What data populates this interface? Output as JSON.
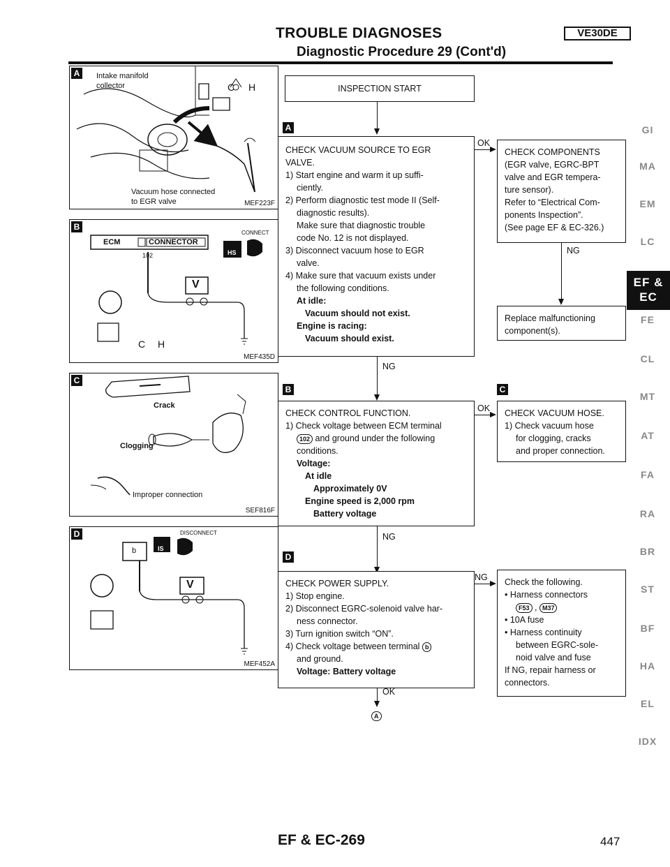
{
  "header": {
    "title": "TROUBLE DIAGNOSES",
    "engine_badge": "VE30DE",
    "subtitle": "Diagnostic Procedure 29 (Cont'd)"
  },
  "figures": [
    {
      "letter": "A",
      "code": "MEF223F",
      "labels": [
        "Intake manifold",
        "collector",
        "Vacuum hose connected",
        "to EGR valve",
        "C",
        "H"
      ]
    },
    {
      "letter": "B",
      "code": "MEF435D",
      "labels": [
        "ECM",
        "CONNECTOR",
        "102",
        "CONNECT",
        "HS",
        "V",
        "C",
        "H"
      ]
    },
    {
      "letter": "C",
      "code": "SEF816F",
      "labels": [
        "Crack",
        "Clogging",
        "Improper connection"
      ]
    },
    {
      "letter": "D",
      "code": "MEF452A",
      "labels": [
        "DISCONNECT",
        "b",
        "IS",
        "V"
      ]
    }
  ],
  "flow": {
    "start": "INSPECTION START",
    "step_a": {
      "letter": "A",
      "lines": [
        "CHECK VACUUM SOURCE TO EGR",
        "VALVE.",
        "1) Start engine and warm it up suffi-",
        "ciently.",
        "2) Perform diagnostic test mode II (Self-",
        "diagnostic results).",
        "Make sure that diagnostic trouble",
        "code No. 12 is not displayed.",
        "3) Disconnect vacuum hose to EGR",
        "valve.",
        "4) Make sure that vacuum exists under",
        "the following conditions.",
        "At idle:",
        "Vacuum should not exist.",
        "Engine is racing:",
        "Vacuum should exist."
      ],
      "ok": "OK",
      "ng": "NG"
    },
    "components": {
      "lines": [
        "CHECK COMPONENTS",
        "(EGR valve, EGRC-BPT",
        "valve and EGR tempera-",
        "ture sensor).",
        "Refer to “Electrical Com-",
        "ponents Inspection”.",
        "(See page EF & EC-326.)"
      ],
      "ng": "NG"
    },
    "replace": {
      "lines": [
        "Replace malfunctioning",
        "component(s)."
      ]
    },
    "step_b": {
      "letter": "B",
      "lines": [
        "CHECK CONTROL FUNCTION.",
        "1) Check voltage between ECM terminal",
        "102",
        "and ground under the following",
        "conditions.",
        "Voltage:",
        "At idle",
        "Approximately 0V",
        "Engine speed is 2,000 rpm",
        "Battery voltage"
      ],
      "ok": "OK",
      "ng": "NG"
    },
    "step_c": {
      "letter": "C",
      "lines": [
        "CHECK VACUUM HOSE.",
        "1) Check vacuum hose",
        "for clogging, cracks",
        "and proper connection."
      ]
    },
    "step_d": {
      "letter": "D",
      "lines": [
        "CHECK POWER SUPPLY.",
        "1) Stop engine.",
        "2) Disconnect EGRC-solenoid valve har-",
        "ness connector.",
        "3) Turn ignition switch “ON”.",
        "4) Check voltage between terminal",
        "b",
        "and ground.",
        "Voltage: Battery voltage"
      ],
      "ok": "OK",
      "ng": "NG",
      "continue_ref": "A"
    },
    "check_following": {
      "lines": [
        "Check the following.",
        "• Harness connectors",
        "F53",
        ",",
        "M37",
        "• 10A fuse",
        "• Harness continuity",
        "between EGRC-sole-",
        "noid valve and fuse",
        "If NG, repair harness or",
        "connectors."
      ]
    }
  },
  "side_tabs": [
    "GI",
    "MA",
    "EM",
    "LC",
    "EF &",
    "EC",
    "FE",
    "CL",
    "MT",
    "AT",
    "FA",
    "RA",
    "BR",
    "ST",
    "BF",
    "HA",
    "EL",
    "IDX"
  ],
  "footer": {
    "code": "EF & EC-269",
    "page": "447"
  }
}
